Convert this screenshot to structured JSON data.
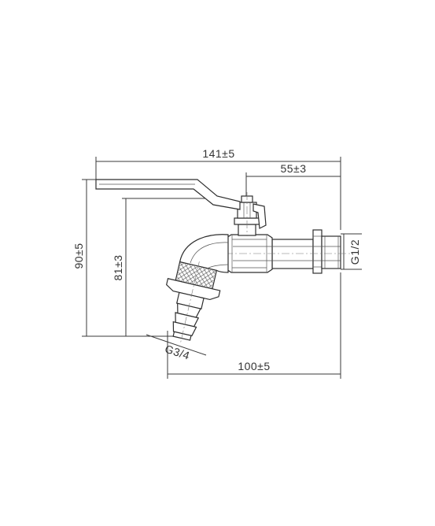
{
  "dimensions": {
    "overall_length": "141±5",
    "stem_offset": "55±3",
    "overall_height": "90±5",
    "handle_height": "81±3",
    "inlet_thread": "G1/2",
    "outlet_thread": "G3/4",
    "outlet_length": "100±5"
  },
  "colors": {
    "line": "#3a3a3a",
    "background": "#ffffff"
  }
}
